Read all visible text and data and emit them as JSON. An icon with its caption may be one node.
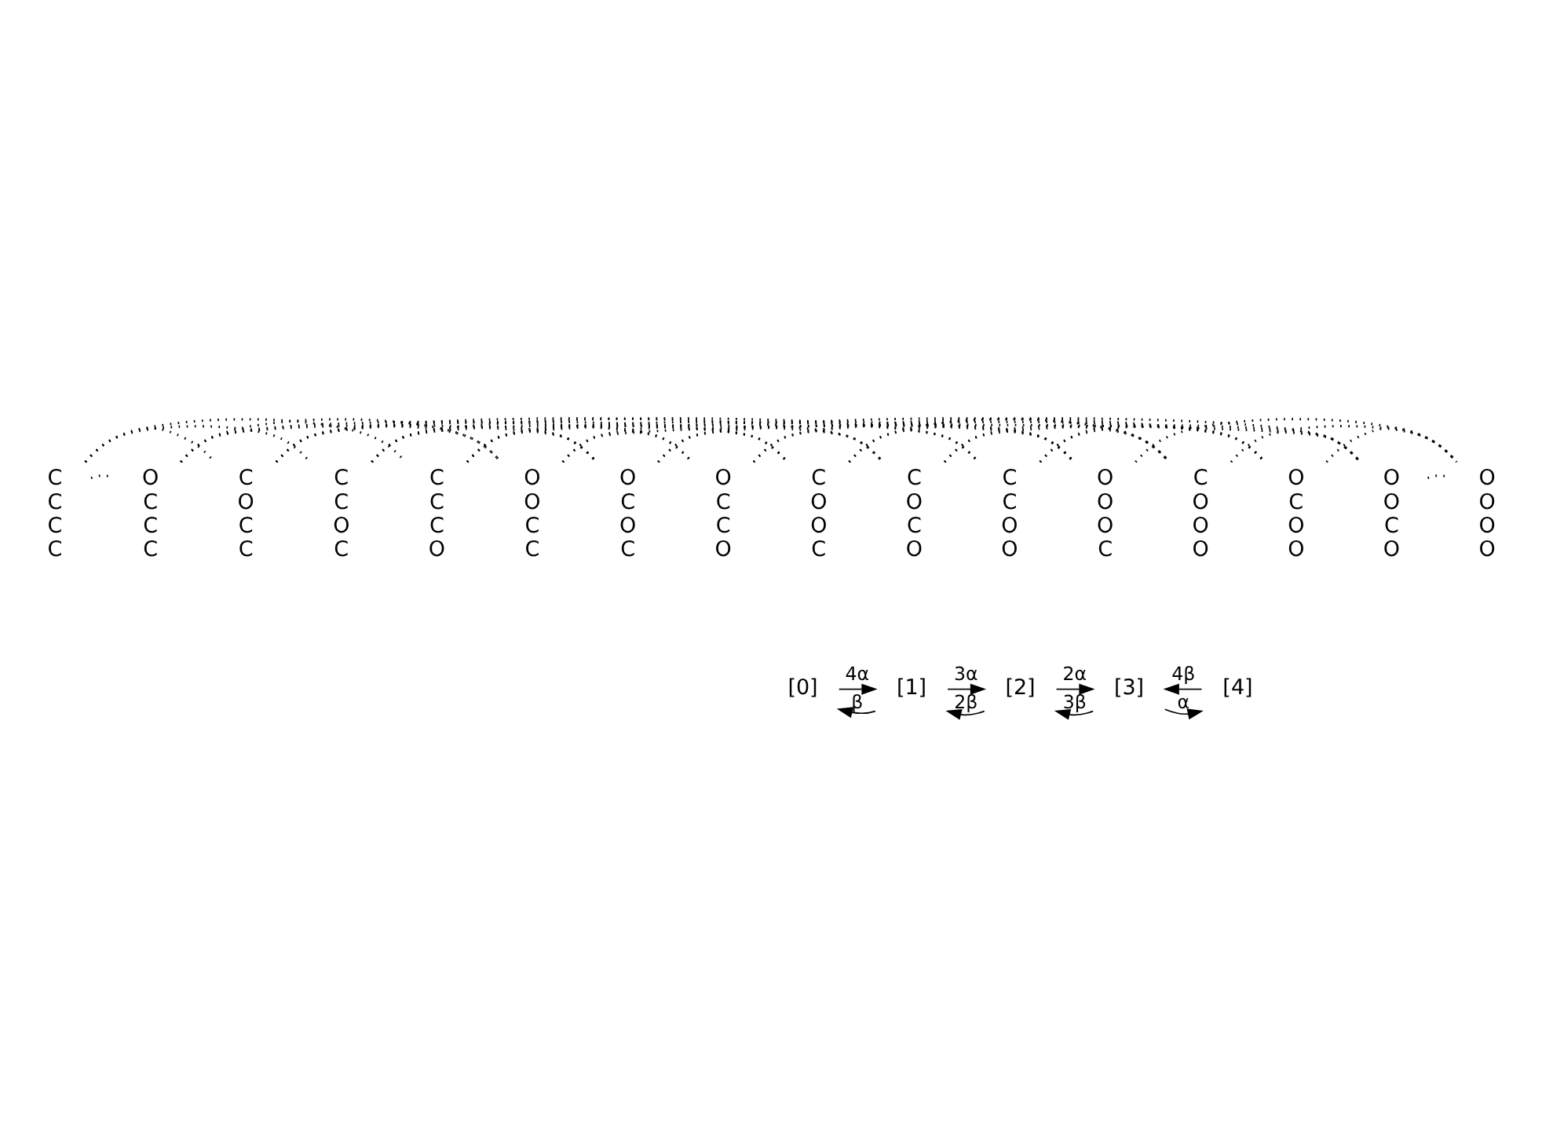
{
  "diagram": {
    "nodes": [
      {
        "text": [
          "C C C C"
        ]
      },
      {
        "text": [
          "O C C C"
        ]
      },
      {
        "text": [
          "C O C C"
        ]
      },
      {
        "text": [
          "C C O C"
        ]
      },
      {
        "text": [
          "C C C O"
        ]
      },
      {
        "text": [
          "O O C C"
        ]
      },
      {
        "text": [
          "O C O C"
        ]
      },
      {
        "text": [
          "O C C O"
        ]
      },
      {
        "text": [
          "C O O C"
        ]
      },
      {
        "text": [
          "C O C O"
        ]
      },
      {
        "text": [
          "C C O O"
        ]
      },
      {
        "text": [
          "O O O C"
        ]
      },
      {
        "text": [
          "C O O O"
        ]
      },
      {
        "text": [
          "O C O O"
        ]
      },
      {
        "text": [
          "O O C O"
        ]
      },
      {
        "text": [
          "O O O O"
        ]
      },
      {
        "text": [
          "[0]"
        ]
      },
      {
        "text": [
          "[1]"
        ]
      },
      {
        "text": [
          "[2]"
        ]
      },
      {
        "text": [
          "[3]"
        ]
      },
      {
        "text": [
          "[4]"
        ]
      }
    ],
    "edges": [
      {
        "from": 0,
        "to": 1,
        "arrow": "none",
        "style": "dashed"
      },
      {
        "from": 0,
        "to": 2,
        "arrow": "none",
        "style": "dashed"
      },
      {
        "from": 0,
        "to": 3,
        "arrow": "none",
        "style": "dashed"
      },
      {
        "from": 0,
        "to": 4,
        "arrow": "none",
        "style": "dashed"
      },
      {
        "from": 1,
        "to": 5,
        "arrow": "none",
        "style": "dashed"
      },
      {
        "from": 1,
        "to": 6,
        "arrow": "none",
        "style": "dashed"
      },
      {
        "from": 1,
        "to": 7,
        "arrow": "none",
        "style": "dashed"
      },
      {
        "from": 2,
        "to": 5,
        "arrow": "none",
        "style": "dashed"
      },
      {
        "from": 2,
        "to": 8,
        "arrow": "none",
        "style": "dashed"
      },
      {
        "from": 2,
        "to": 9,
        "arrow": "none",
        "style": "dashed"
      },
      {
        "from": 3,
        "to": 6,
        "arrow": "none",
        "style": "dashed"
      },
      {
        "from": 3,
        "to": 8,
        "arrow": "none",
        "style": "dashed"
      },
      {
        "from": 3,
        "to": 10,
        "arrow": "none",
        "style": "dashed"
      },
      {
        "from": 4,
        "to": 7,
        "arrow": "none",
        "style": "dashed"
      },
      {
        "from": 4,
        "to": 9,
        "arrow": "none",
        "style": "dashed"
      },
      {
        "from": 4,
        "to": 10,
        "arrow": "none",
        "style": "dashed"
      },
      {
        "from": 5,
        "to": 11,
        "arrow": "none",
        "style": "dashed"
      },
      {
        "from": 5,
        "to": 14,
        "arrow": "none",
        "style": "dashed"
      },
      {
        "from": 6,
        "to": 11,
        "arrow": "none",
        "style": "dashed"
      },
      {
        "from": 6,
        "to": 13,
        "arrow": "none",
        "style": "dashed"
      },
      {
        "from": 7,
        "to": 13,
        "arrow": "none",
        "style": "dashed"
      },
      {
        "from": 7,
        "to": 14,
        "arrow": "none",
        "style": "dashed"
      },
      {
        "from": 8,
        "to": 11,
        "arrow": "none",
        "style": "dashed"
      },
      {
        "from": 8,
        "to": 12,
        "arrow": "none",
        "style": "dashed"
      },
      {
        "from": 9,
        "to": 12,
        "arrow": "none",
        "style": "dashed"
      },
      {
        "from": 9,
        "to": 14,
        "arrow": "none",
        "style": "dashed"
      },
      {
        "from": 10,
        "to": 12,
        "arrow": "none",
        "style": "dashed"
      },
      {
        "from": 10,
        "to": 13,
        "arrow": "none",
        "style": "dashed"
      },
      {
        "from": 11,
        "to": 15,
        "arrow": "none",
        "style": "dashed"
      },
      {
        "from": 12,
        "to": 15,
        "arrow": "none",
        "style": "dashed"
      },
      {
        "from": 13,
        "to": 15,
        "arrow": "none",
        "style": "dashed"
      },
      {
        "from": 14,
        "to": 15,
        "arrow": "none",
        "style": "dashed"
      },
      {
        "from": 16,
        "to": 17,
        "arrow": "to",
        "label": "4α"
      },
      {
        "from": 17,
        "to": 16,
        "arrow": "to",
        "label": "β"
      },
      {
        "from": 17,
        "to": 18,
        "arrow": "to",
        "label": "3α"
      },
      {
        "from": 18,
        "to": 17,
        "arrow": "to",
        "label": "2β"
      },
      {
        "from": 18,
        "to": 19,
        "arrow": "to",
        "label": "2α"
      },
      {
        "from": 19,
        "to": 18,
        "arrow": "to",
        "label": "3β"
      },
      {
        "from": 19,
        "to": 20,
        "arrow": "to",
        "label": "α"
      },
      {
        "from": 20,
        "to": 19,
        "arrow": "to",
        "label": "4β"
      }
    ]
  }
}
